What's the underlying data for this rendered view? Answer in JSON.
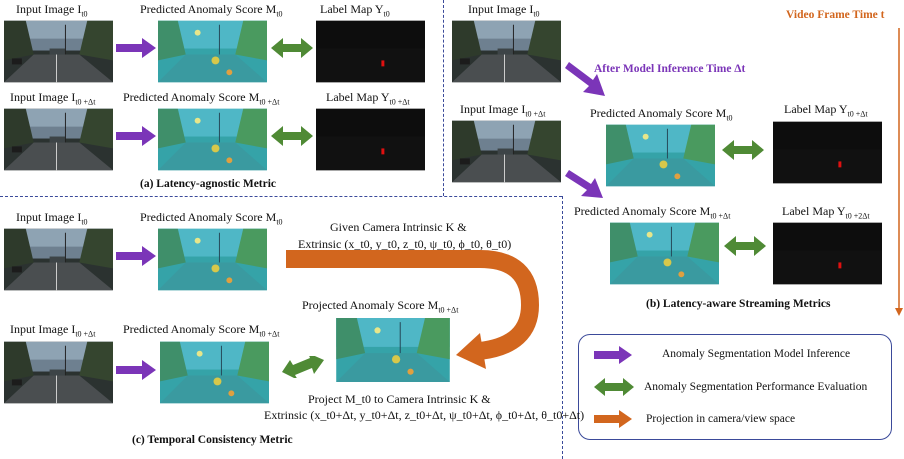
{
  "colors": {
    "inference_arrow": "#7b35b8",
    "evaluation_arrow": "#4f8a35",
    "projection_arrow": "#d2661e",
    "divider": "#3b4a9a",
    "label_anomaly": "#e01010"
  },
  "panel_a": {
    "caption": "(a) Latency-agnostic Metric",
    "row1": {
      "input_label": "Input Image I",
      "input_sub": "t0",
      "score_label": "Predicted Anomaly Score M",
      "score_sub": "t0",
      "label_map": "Label Map Y",
      "label_sub": "t0"
    },
    "row2": {
      "input_label": "Input Image I",
      "input_sub": "t0 +Δt",
      "score_label": "Predicted Anomaly Score  M",
      "score_sub": "t0 +Δt",
      "label_map": "Label Map Y",
      "label_sub": "t0 +Δt"
    }
  },
  "panel_b": {
    "caption": "(b) Latency-aware Streaming Metrics",
    "time_axis": "Video Frame Time t",
    "inference_time": "After Model Inference Time Δt",
    "input1_label": "Input Image I",
    "input1_sub": "t0",
    "input2_label": "Input Image I",
    "input2_sub": "t0 +Δt",
    "score1_label": "Predicted Anomaly Score M",
    "score1_sub": "t0",
    "label1": "Label Map Y",
    "label1_sub": "t0 +Δt",
    "score2_label": "Predicted Anomaly Score  M",
    "score2_sub": "t0 +Δt",
    "label2": "Label Map Y",
    "label2_sub": "t0 +2Δt"
  },
  "panel_c": {
    "caption": "(c) Temporal Consistency Metric",
    "row1": {
      "input_label": "Input Image I",
      "input_sub": "t0",
      "score_label": "Predicted Anomaly Score M",
      "score_sub": "t0"
    },
    "row2": {
      "input_label": "Input Image I",
      "input_sub": "t0 +Δt",
      "score_label": "Predicted Anomaly Score  M",
      "score_sub": "t0 +Δt"
    },
    "camera_line1": "Given Camera Intrinsic K &",
    "camera_line2": "Extrinsic (x_t0, y_t0, z_t0, ψ_t0, ϕ_t0, θ_t0)",
    "projected_label": "Projected Anomaly Score  M",
    "projected_sub": "t0 +Δt",
    "project_line1": "Project M_t0 to Camera Intrinsic K &",
    "project_line2": "Extrinsic (x_t0+Δt, y_t0+Δt, z_t0+Δt, ψ_t0+Δt, ϕ_t0+Δt, θ_t0+Δt)"
  },
  "legend": {
    "items": [
      {
        "label": "Anomaly Segmentation Model Inference",
        "arrow": "inference"
      },
      {
        "label": "Anomaly Segmentation Performance Evaluation",
        "arrow": "evaluation"
      },
      {
        "label": "Projection in camera/view space",
        "arrow": "projection"
      }
    ]
  }
}
